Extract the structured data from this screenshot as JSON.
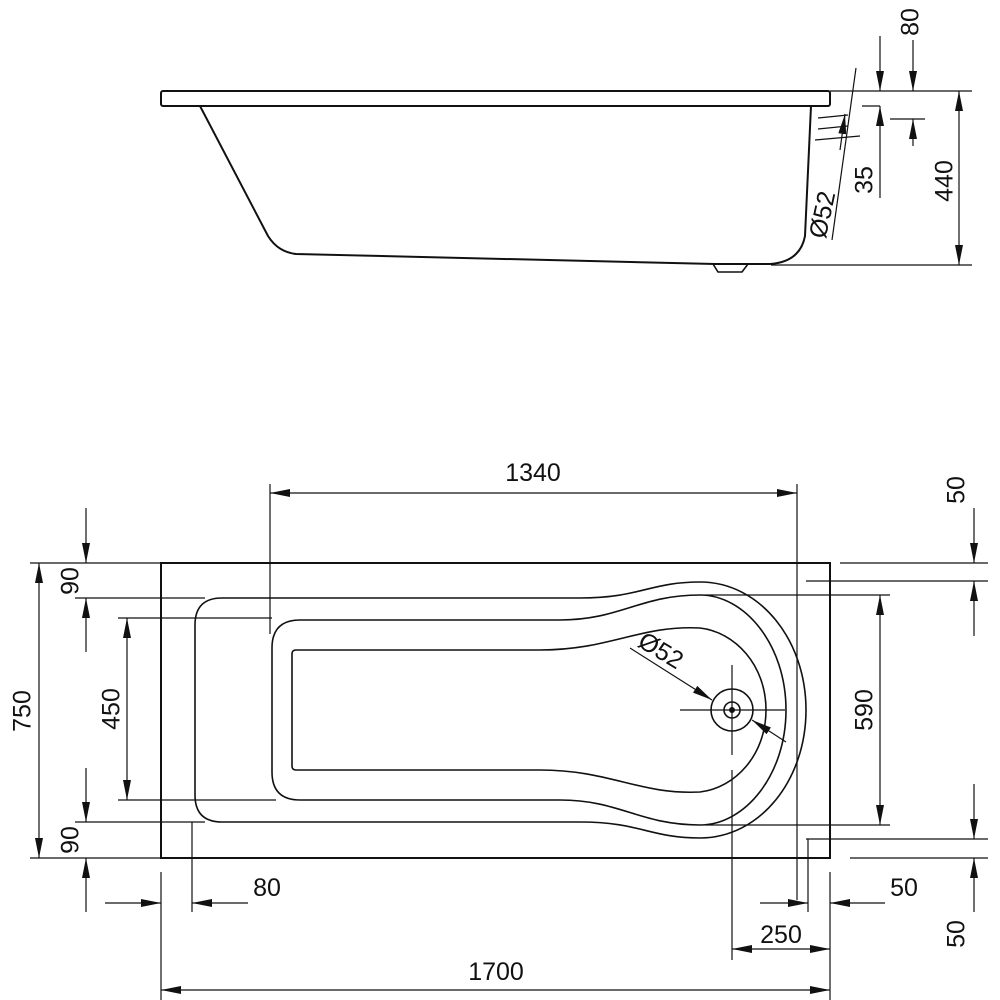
{
  "dimensions": {
    "side_80": "80",
    "side_35": "35",
    "side_440": "440",
    "side_drain": "Ø52",
    "top_1340": "1340",
    "top_50_upper": "50",
    "top_750": "750",
    "top_90_upper": "90",
    "top_450": "450",
    "top_90_lower": "90",
    "top_590": "590",
    "top_drain": "Ø52",
    "bottom_80": "80",
    "bottom_50_right": "50",
    "bottom_50_corner": "50",
    "bottom_250": "250",
    "bottom_1700": "1700"
  }
}
